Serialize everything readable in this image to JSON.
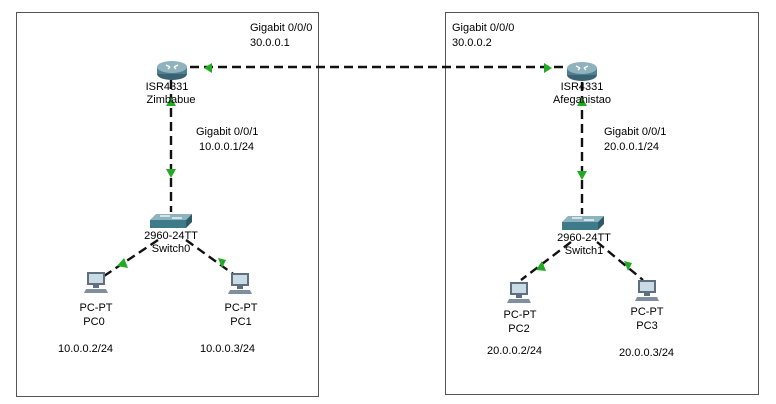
{
  "colors": {
    "link": "#111111",
    "link_up": "#22aa22",
    "router": "#4f7f8f",
    "switch": "#3d7a8a",
    "pc": "#5f6f7f",
    "zone_border": "#555555"
  },
  "links": {
    "wan": {
      "left_interface": "Gigabit 0/0/0",
      "left_ip": "30.0.0.1",
      "right_interface": "Gigabit 0/0/0",
      "right_ip": "30.0.0.2"
    },
    "left_lan": {
      "interface": "Gigabit 0/0/1",
      "ip": "10.0.0.1/24"
    },
    "right_lan": {
      "interface": "Gigabit 0/0/1",
      "ip": "20.0.0.1/24"
    }
  },
  "left_site": {
    "router": {
      "model": "ISR4331",
      "name": "Zimbabue",
      "icon": "router-icon"
    },
    "switch": {
      "model": "2960-24TT",
      "name": "Switch0",
      "icon": "switch-icon"
    },
    "pcs": [
      {
        "model": "PC-PT",
        "name": "PC0",
        "ip": "10.0.0.2/24",
        "icon": "pc-icon"
      },
      {
        "model": "PC-PT",
        "name": "PC1",
        "ip": "10.0.0.3/24",
        "icon": "pc-icon"
      }
    ]
  },
  "right_site": {
    "router": {
      "model": "ISR4331",
      "name": "Afeganistao",
      "icon": "router-icon"
    },
    "switch": {
      "model": "2960-24TT",
      "name": "Switch1",
      "icon": "switch-icon"
    },
    "pcs": [
      {
        "model": "PC-PT",
        "name": "PC2",
        "ip": "20.0.0.2/24",
        "icon": "pc-icon"
      },
      {
        "model": "PC-PT",
        "name": "PC3",
        "ip": "20.0.0.3/24",
        "icon": "pc-icon"
      }
    ]
  }
}
